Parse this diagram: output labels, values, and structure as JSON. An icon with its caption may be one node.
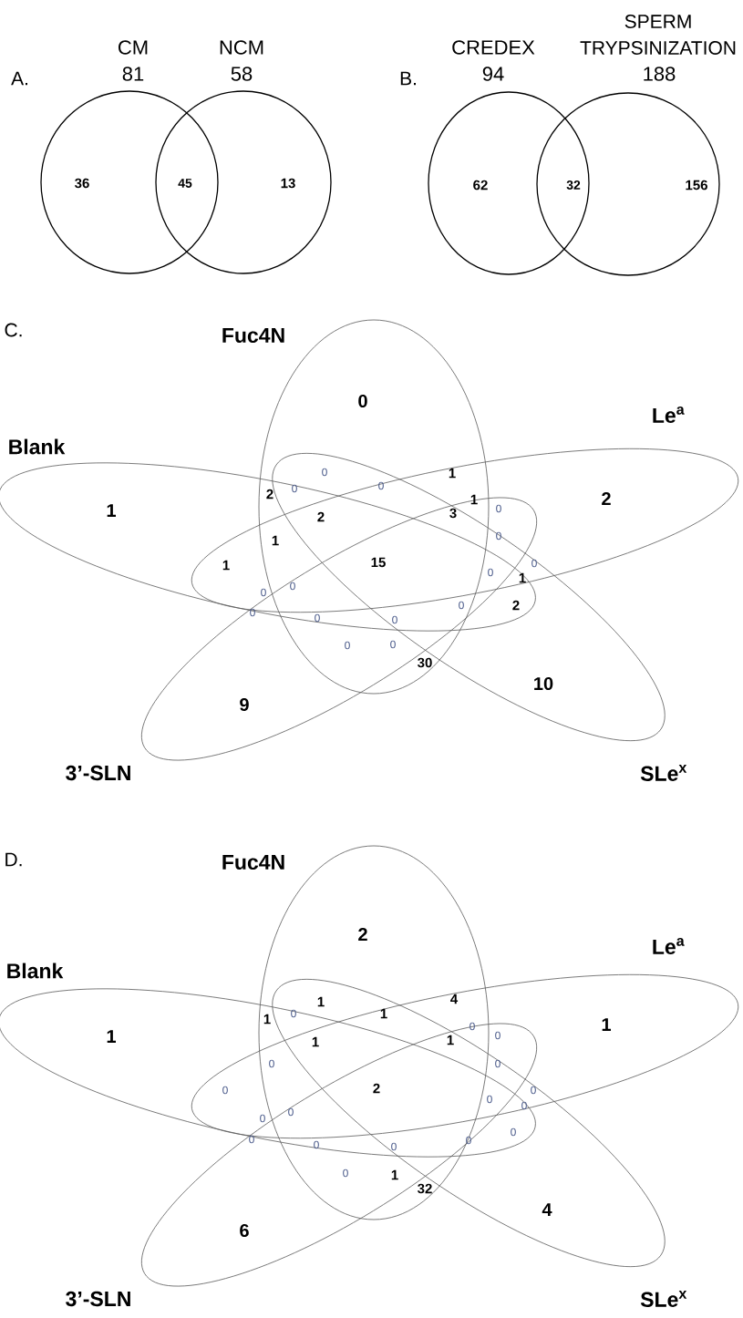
{
  "diagram": {
    "nodes": [
      {
        "text": [
          "CM",
          "81"
        ]
      },
      {
        "text": [
          "NCM",
          "58"
        ]
      },
      {
        "text": [
          "CREDEX",
          "94"
        ]
      },
      {
        "text": [
          "SPERM TRYPSINIZATION",
          "188"
        ]
      },
      {
        "text": [
          "Fuc4N"
        ]
      },
      {
        "text": [
          "Blank"
        ]
      },
      {
        "text": [
          "Le$^{a}$"
        ]
      },
      {
        "text": [
          "3’-SLN"
        ]
      },
      {
        "text": [
          "SLe$^{x}$"
        ]
      },
      {
        "text": [
          "Fuc4N"
        ]
      },
      {
        "text": [
          "Blank"
        ]
      },
      {
        "text": [
          "Le$^{a}$"
        ]
      },
      {
        "text": [
          "3’-SLN"
        ]
      },
      {
        "text": [
          "SLe$^{x}$"
        ]
      }
    ],
    "labels": [
      "A.",
      "36",
      "45",
      "13",
      "B.",
      "62",
      "32",
      "156",
      "C.",
      "0",
      "2",
      "1",
      "9",
      "10",
      "0",
      "1",
      "2",
      "0",
      "0",
      "1",
      "0",
      "2",
      "3",
      "1",
      "0",
      "1",
      "15",
      "0",
      "0",
      "1",
      "0",
      "0",
      "2",
      "0",
      "0",
      "0",
      "0",
      "0",
      "0",
      "30",
      "D.",
      "2",
      "1",
      "1",
      "6",
      "4",
      "1",
      "4",
      "1",
      "0",
      "1",
      "0",
      "0",
      "1",
      "1",
      "0",
      "0",
      "0",
      "2",
      "0",
      "0",
      "0",
      "0",
      "0",
      "0",
      "0",
      "0",
      "0",
      "0",
      "0",
      "1",
      "32"
    ]
  }
}
